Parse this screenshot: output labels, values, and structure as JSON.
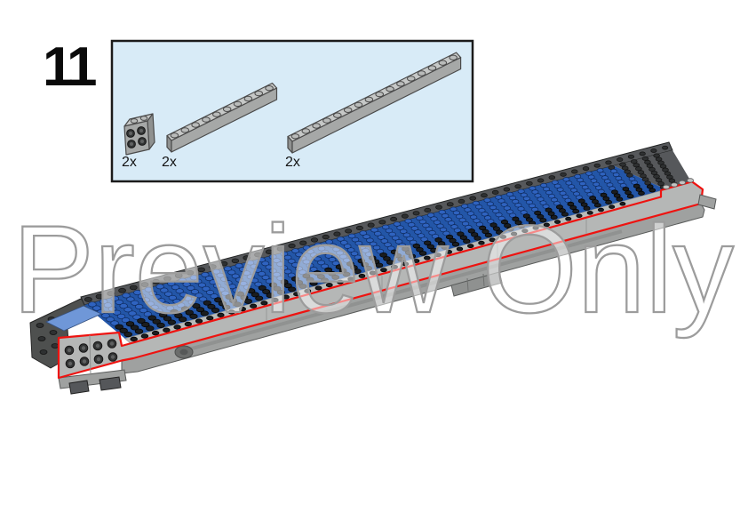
{
  "page": {
    "background_color": "#ffffff"
  },
  "step": {
    "number": "11"
  },
  "parts_panel": {
    "background_color": "#d8ebf7",
    "border_color": "#1b1b1b",
    "parts": [
      {
        "id": "brick-1x2-with-side-studs",
        "quantity_label": "2x",
        "length_in_studs": 2,
        "side_studs": 4,
        "color": "#a6a8a7"
      },
      {
        "id": "brick-1x10",
        "quantity_label": "2x",
        "length_in_studs": 10,
        "color": "#a6a8a7"
      },
      {
        "id": "brick-1x16",
        "quantity_label": "2x",
        "length_in_studs": 16,
        "color": "#a6a8a7"
      }
    ]
  },
  "model": {
    "description": "Long hull assembly in perspective; blue studded deck, dark gray back wall, new light gray bricks along front edge highlighted in red",
    "deck_length_studs": 52,
    "blue_rows": 9,
    "colors": {
      "blue_deck": "#2356a8",
      "blue_stud": "#2f63c0",
      "blue_stud_edge": "#0e2a5c",
      "black_stud": "#1b1d1f",
      "dark_gray": "#56585b",
      "dark_stud": "#2e3031",
      "light_gray": "#b5b7b6",
      "ledge_gray": "#b9bbba",
      "hull_gray": "#9fa1a0",
      "hull_shadow": "#8a8c8b",
      "left_end_gray": "#4e504f",
      "plate_edge_blue": "#6f97d8",
      "highlight_red": "#ee1310",
      "stud_gray": "#c3c5c4",
      "foot_gray": "#55575a"
    }
  },
  "watermark": {
    "text": "Preview Only",
    "stroke_color": "#9c9c9c",
    "fill_color": "rgba(255,255,255,0.5)"
  }
}
